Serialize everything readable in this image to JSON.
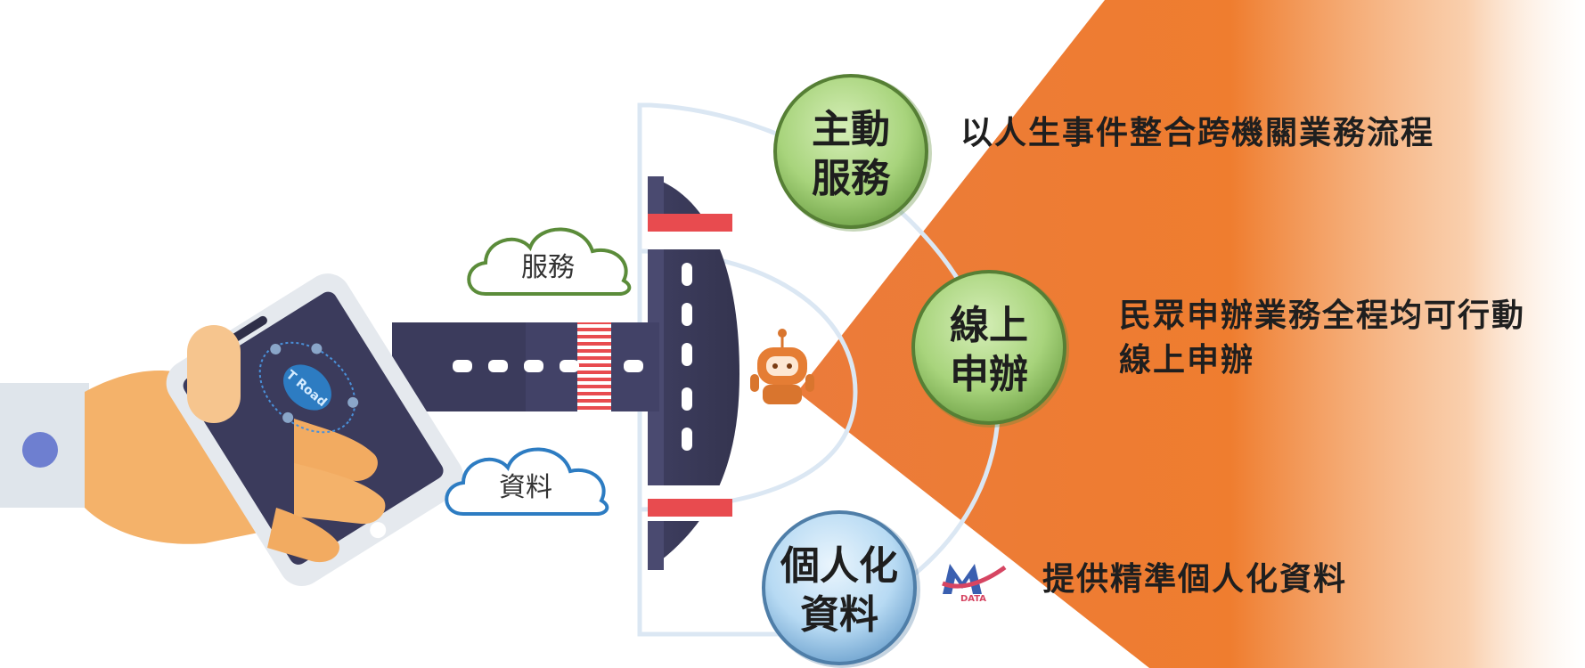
{
  "app_logo_text": "T Road",
  "mydata_logo_text": "DATA",
  "clouds": {
    "service_label": "服務",
    "data_label": "資料"
  },
  "features": [
    {
      "id": "proactive",
      "bubble": [
        "主動",
        "服務"
      ],
      "description": [
        "以人生事件整合跨機關業務流程"
      ]
    },
    {
      "id": "online",
      "bubble": [
        "線上",
        "申辦"
      ],
      "description": [
        "民眾申辦業務全程均可行動",
        "線上申辦"
      ]
    },
    {
      "id": "personal",
      "bubble": [
        "個人化",
        "資料"
      ],
      "description": [
        "提供精準個人化資料"
      ]
    }
  ],
  "colors": {
    "beam_orange": "#ef7d2f",
    "bubble_green": "#8cbf5a",
    "bubble_blue": "#8ec1e6",
    "cloud_green": "#5b8c3a",
    "cloud_blue": "#2d7cc2",
    "road_dark": "#3b3b5c",
    "crossing_red": "#e84b4f",
    "hand_skin": "#f4b26a"
  }
}
